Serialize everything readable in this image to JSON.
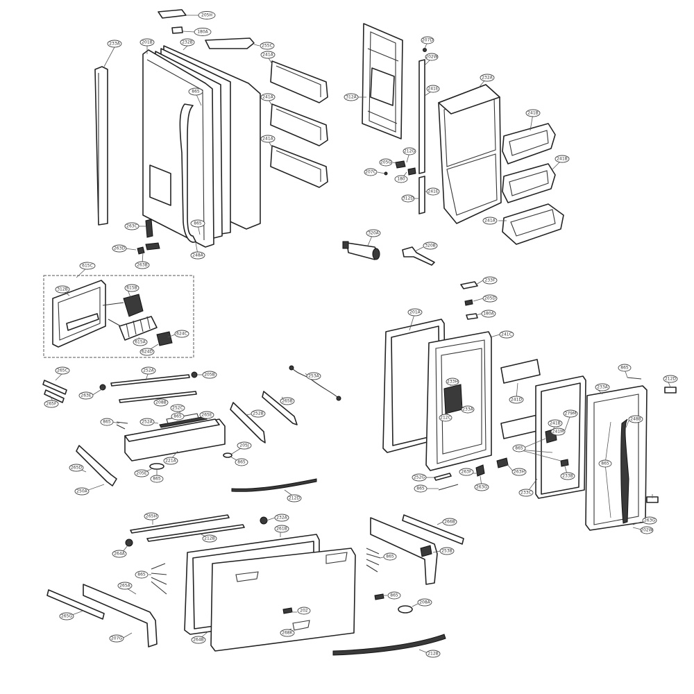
{
  "diagram": {
    "callouts": [
      {
        "id": "c01",
        "label": "205H"
      },
      {
        "id": "c02",
        "label": "180A"
      },
      {
        "id": "c03",
        "label": "233A"
      },
      {
        "id": "c04",
        "label": "201B"
      },
      {
        "id": "c05",
        "label": "232B"
      },
      {
        "id": "c06",
        "label": "255C"
      },
      {
        "id": "c07",
        "label": "241A"
      },
      {
        "id": "c08",
        "label": "241A"
      },
      {
        "id": "c09",
        "label": "241A"
      },
      {
        "id": "c10",
        "label": "865"
      },
      {
        "id": "c11",
        "label": "263C"
      },
      {
        "id": "c12",
        "label": "865"
      },
      {
        "id": "c13",
        "label": "263D"
      },
      {
        "id": "c14",
        "label": "263B"
      },
      {
        "id": "c15",
        "label": "248A"
      },
      {
        "id": "c16",
        "label": "312A"
      },
      {
        "id": "c17",
        "label": "207D"
      },
      {
        "id": "c18",
        "label": "202W"
      },
      {
        "id": "c19",
        "label": "241E"
      },
      {
        "id": "c20",
        "label": "212G"
      },
      {
        "id": "c21",
        "label": "205G"
      },
      {
        "id": "c22",
        "label": "207C"
      },
      {
        "id": "c23",
        "label": "180"
      },
      {
        "id": "c24",
        "label": "241E"
      },
      {
        "id": "c25",
        "label": "312D"
      },
      {
        "id": "c26",
        "label": "232A"
      },
      {
        "id": "c27",
        "label": "241B"
      },
      {
        "id": "c28",
        "label": "241B"
      },
      {
        "id": "c29",
        "label": "241A"
      },
      {
        "id": "c30",
        "label": "320A"
      },
      {
        "id": "c31",
        "label": "320B"
      },
      {
        "id": "c32",
        "label": "615C"
      },
      {
        "id": "c33",
        "label": "312B"
      },
      {
        "id": "c34",
        "label": "615B"
      },
      {
        "id": "c35",
        "label": "624C"
      },
      {
        "id": "c36",
        "label": "615A"
      },
      {
        "id": "c37",
        "label": "624D"
      },
      {
        "id": "c38",
        "label": "265C"
      },
      {
        "id": "c39",
        "label": "265F"
      },
      {
        "id": "c40",
        "label": "263E"
      },
      {
        "id": "c41",
        "label": "252A"
      },
      {
        "id": "c42",
        "label": "205B"
      },
      {
        "id": "c43",
        "label": "208B"
      },
      {
        "id": "c44",
        "label": "252C"
      },
      {
        "id": "c45",
        "label": "865"
      },
      {
        "id": "c46",
        "label": "865"
      },
      {
        "id": "c47",
        "label": "252A"
      },
      {
        "id": "c48",
        "label": "265E"
      },
      {
        "id": "c49",
        "label": "252B"
      },
      {
        "id": "c50",
        "label": "221A"
      },
      {
        "id": "c51",
        "label": "205J"
      },
      {
        "id": "c52",
        "label": "865"
      },
      {
        "id": "c53",
        "label": "265B"
      },
      {
        "id": "c54",
        "label": "265D"
      },
      {
        "id": "c55",
        "label": "865"
      },
      {
        "id": "c56",
        "label": "212D"
      },
      {
        "id": "c57",
        "label": "205E"
      },
      {
        "id": "c58",
        "label": "253A"
      },
      {
        "id": "c59",
        "label": "201A"
      },
      {
        "id": "c60",
        "label": "233F"
      },
      {
        "id": "c61",
        "label": "205D"
      },
      {
        "id": "c62",
        "label": "180A"
      },
      {
        "id": "c63",
        "label": "241C"
      },
      {
        "id": "c64",
        "label": "233H"
      },
      {
        "id": "c65",
        "label": "212C"
      },
      {
        "id": "c66",
        "label": "233A"
      },
      {
        "id": "c67",
        "label": "252G"
      },
      {
        "id": "c68",
        "label": "241D"
      },
      {
        "id": "c69",
        "label": "241B"
      },
      {
        "id": "c70",
        "label": "865"
      },
      {
        "id": "c71",
        "label": "241M"
      },
      {
        "id": "c72",
        "label": "279M"
      },
      {
        "id": "c73",
        "label": "865"
      },
      {
        "id": "c74",
        "label": "233B"
      },
      {
        "id": "c75",
        "label": "263F"
      },
      {
        "id": "c76",
        "label": "263G"
      },
      {
        "id": "c77",
        "label": "263H"
      },
      {
        "id": "c78",
        "label": "233C"
      },
      {
        "id": "c79",
        "label": "865"
      },
      {
        "id": "c80",
        "label": "233A"
      },
      {
        "id": "c81",
        "label": "248B"
      },
      {
        "id": "c82",
        "label": "865"
      },
      {
        "id": "c83",
        "label": "212D"
      },
      {
        "id": "c84",
        "label": "263G"
      },
      {
        "id": "c85",
        "label": "202W"
      },
      {
        "id": "c86",
        "label": "265H"
      },
      {
        "id": "c87",
        "label": "212B"
      },
      {
        "id": "c88",
        "label": "232A"
      },
      {
        "id": "c89",
        "label": "261B"
      },
      {
        "id": "c90",
        "label": "264A"
      },
      {
        "id": "c91",
        "label": "865"
      },
      {
        "id": "c92",
        "label": "265A"
      },
      {
        "id": "c93",
        "label": "266B"
      },
      {
        "id": "c94",
        "label": "865"
      },
      {
        "id": "c95",
        "label": "253B"
      },
      {
        "id": "c96",
        "label": "202"
      },
      {
        "id": "c97",
        "label": "865"
      },
      {
        "id": "c98",
        "label": "208A"
      },
      {
        "id": "c99",
        "label": "212B"
      },
      {
        "id": "c100",
        "label": "265G"
      },
      {
        "id": "c101",
        "label": "264B"
      },
      {
        "id": "c102",
        "label": "268K"
      },
      {
        "id": "c103",
        "label": "207G"
      },
      {
        "id": "c104",
        "label": "250A"
      }
    ]
  }
}
